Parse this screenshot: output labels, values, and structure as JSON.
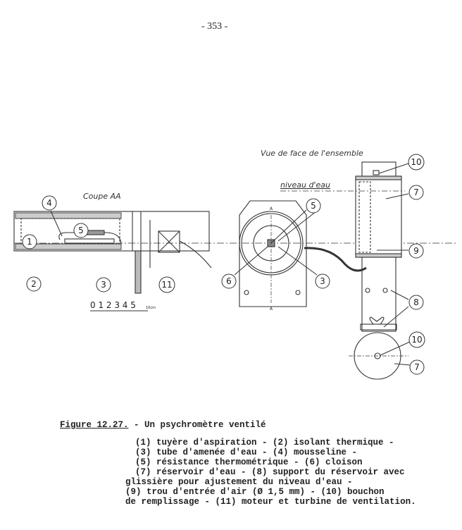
{
  "page_number": "- 353 -",
  "figure": {
    "view_front_title": "Vue de face de l'ensemble",
    "section_title": "Coupe AA",
    "water_level_label": "niveau d'eau",
    "section_mark": "A",
    "scale_bar_label": "0 1 2 3 4 5",
    "scale_bar_unit": "10cm",
    "callouts": [
      "1",
      "2",
      "3",
      "4",
      "5",
      "11",
      "5",
      "6",
      "3",
      "10",
      "7",
      "9",
      "8",
      "10",
      "7"
    ]
  },
  "caption": {
    "figure_ref": "Figure 12.27.",
    "title": " - Un psychromètre ventilé",
    "lines": [
      "(1) tuyère d'aspiration - (2) isolant thermique -",
      "(3) tube d'amenée d'eau - (4) mousseline -",
      "(5) résistance thermométrique - (6) cloison",
      "(7) réservoir d'eau - (8) support du réservoir avec",
      "glissière pour ajustement du niveau d'eau -",
      "(9) trou d'entrée d'air (Ø 1,5 mm) - (10) bouchon",
      "de remplissage - (11) moteur et turbine de ventilation."
    ]
  }
}
